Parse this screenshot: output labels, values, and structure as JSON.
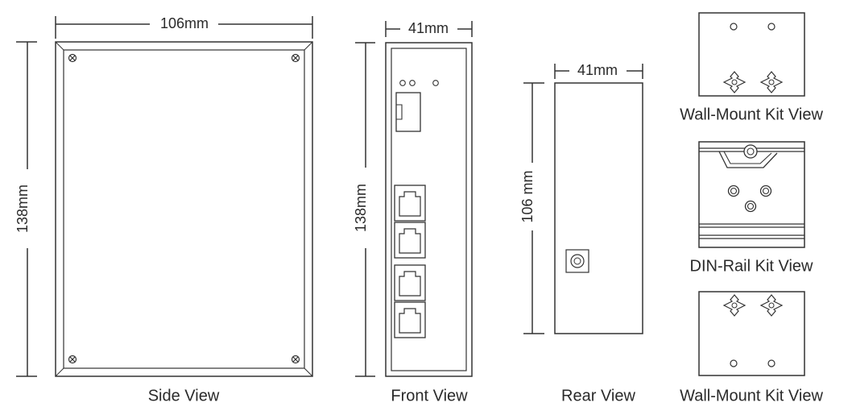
{
  "side_view": {
    "width_label": "106mm",
    "height_label": "138mm",
    "caption": "Side View"
  },
  "front_view": {
    "width_label": "41mm",
    "height_label": "138mm",
    "caption": "Front View",
    "rj45_port_count": 4,
    "sfp_port_count": 1,
    "led_count": 3
  },
  "rear_view": {
    "width_label": "41mm",
    "height_label": "106 mm",
    "caption": "Rear View"
  },
  "kits": {
    "wall_mount_top_caption": "Wall-Mount Kit View",
    "din_rail_caption": "DIN-Rail Kit View",
    "wall_mount_bottom_caption": "Wall-Mount Kit View"
  },
  "colors": {
    "line": "#333333",
    "text": "#2a2a2a"
  }
}
